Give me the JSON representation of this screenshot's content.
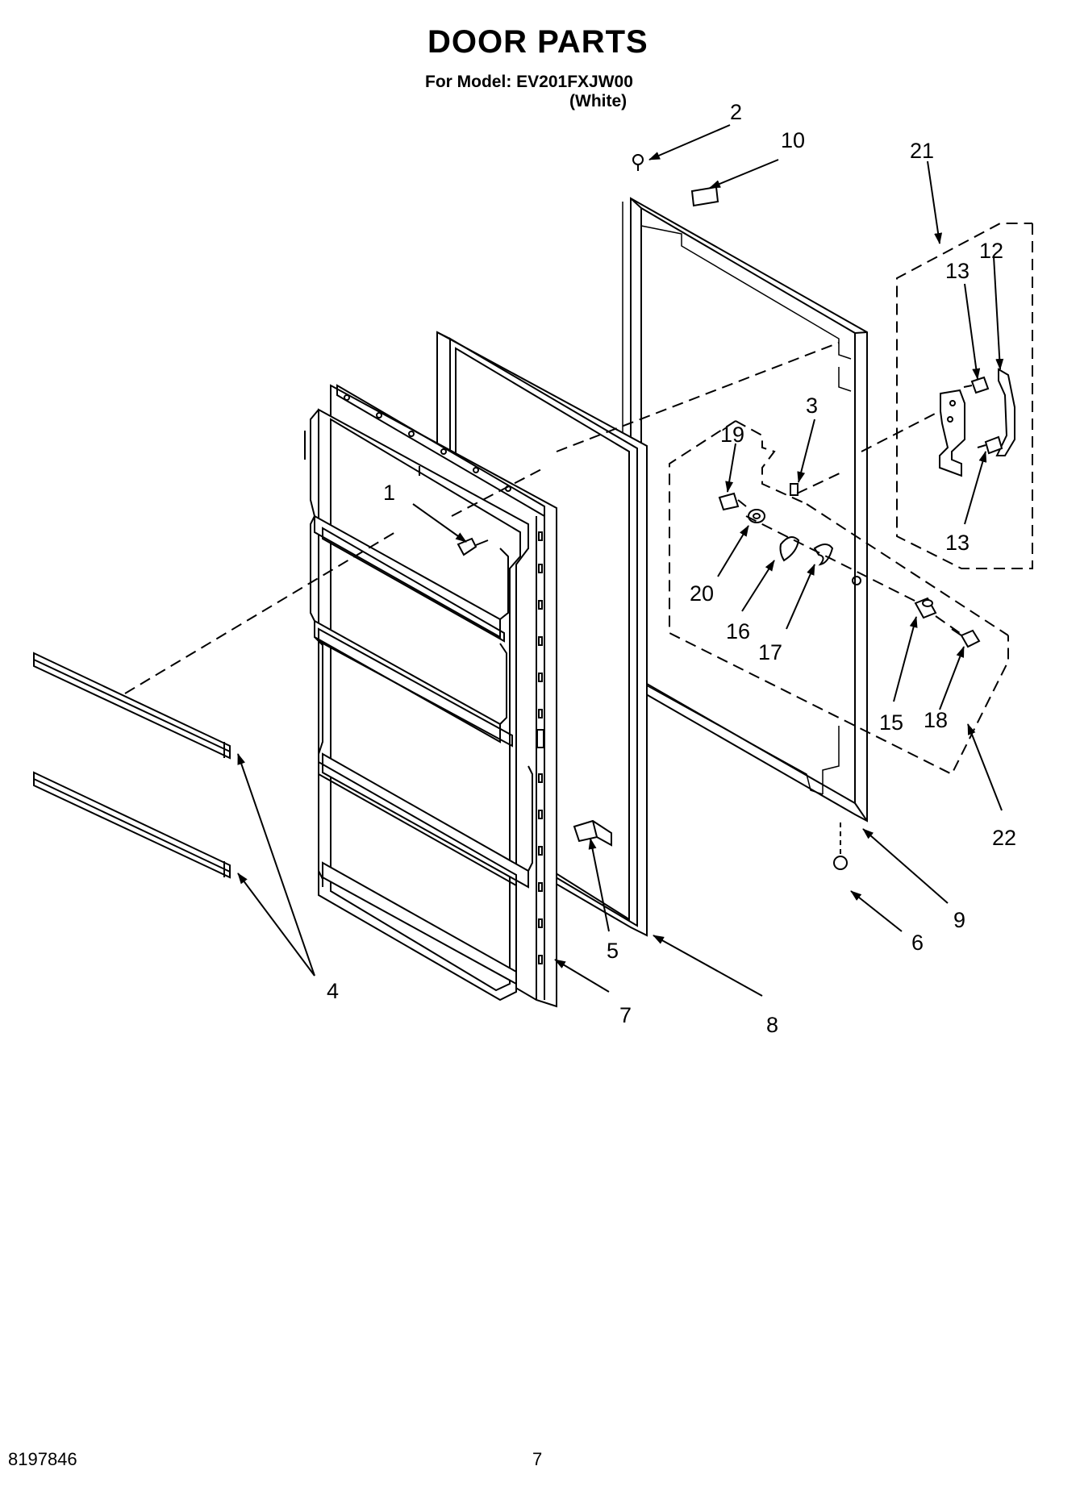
{
  "header": {
    "title": "DOOR PARTS",
    "model_line": "For Model: EV201FXJW00",
    "color_line": "(White)"
  },
  "callouts": {
    "c1": "1",
    "c2": "2",
    "c3": "3",
    "c4": "4",
    "c5": "5",
    "c6": "6",
    "c7": "7",
    "c8": "8",
    "c9": "9",
    "c10": "10",
    "c12": "12",
    "c13a": "13",
    "c13b": "13",
    "c15": "15",
    "c16": "16",
    "c17": "17",
    "c18": "18",
    "c19": "19",
    "c20": "20",
    "c21": "21",
    "c22": "22"
  },
  "footer": {
    "doc_number": "8197846",
    "page_number": "7"
  }
}
